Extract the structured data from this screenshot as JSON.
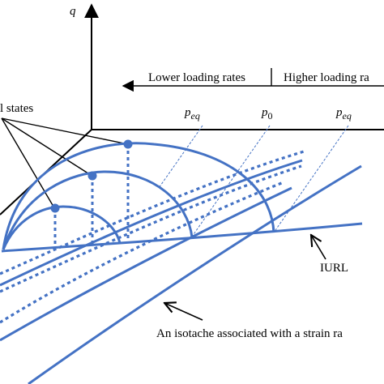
{
  "axes": {
    "q_label": "q"
  },
  "direction": {
    "lower": "Lower loading rates",
    "higher": "Higher loading ra"
  },
  "pressures": {
    "peq_left": {
      "base": "p",
      "sub": "eq"
    },
    "p0": {
      "base": "p",
      "sub": "0"
    },
    "peq_right": {
      "base": "p",
      "sub": "eq"
    }
  },
  "callouts": {
    "states": "l states",
    "iurl": "IURL",
    "isotache": "An isotache associated with a strain ra"
  },
  "colors": {
    "curve": "#4472c4",
    "axis": "#000000",
    "guide": "#4472c4"
  }
}
